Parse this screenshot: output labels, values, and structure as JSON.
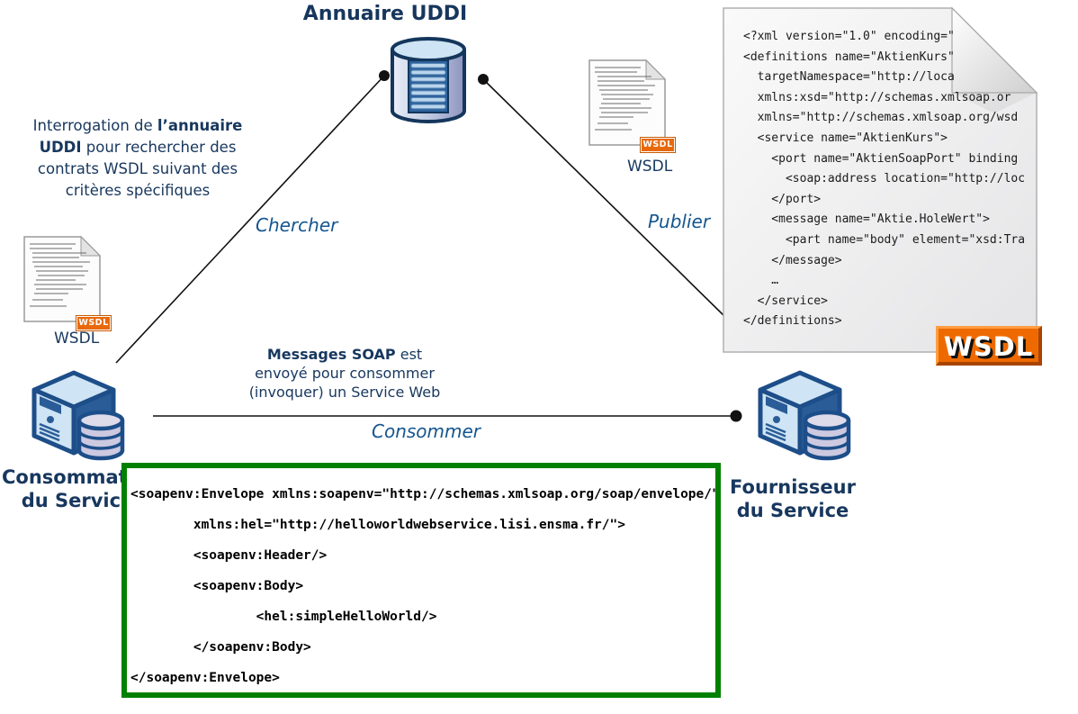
{
  "diagram": {
    "title": "Annuaire UDDI",
    "nodes": {
      "consumer": {
        "label_line1": "Consommateur",
        "label_line2": "du Service"
      },
      "provider": {
        "label_line1": "Fournisseur",
        "label_line2": "du Service"
      }
    },
    "edges": {
      "chercher": "Chercher",
      "publier": "Publier",
      "consommer": "Consommer"
    },
    "annotations": {
      "interrogation": [
        [
          {
            "t": "Interrogation de "
          },
          {
            "t": "l’annuaire",
            "b": true
          }
        ],
        [
          {
            "t": "UDDI",
            "b": true
          },
          {
            "t": " pour rechercher des"
          }
        ],
        [
          {
            "t": "contrats WSDL suivant des"
          }
        ],
        [
          {
            "t": "critères spécifiques"
          }
        ]
      ],
      "soap_message": [
        [
          {
            "t": "Messages SOAP",
            "b": true
          },
          {
            "t": " est"
          }
        ],
        [
          {
            "t": "envoyé pour consommer"
          }
        ],
        [
          {
            "t": "(invoquer) un Service Web"
          }
        ]
      ]
    },
    "wsdl_caption_left": "WSDL",
    "wsdl_caption_right": "WSDL",
    "wsdl_mini_badge": "WSDL"
  },
  "wsdl_document": {
    "badge": "WSDL",
    "lines": [
      "<?xml version=\"1.0\" encoding=\"",
      "<definitions name=\"AktienKurs\"",
      "  targetNamespace=\"http://loca",
      "  xmlns:xsd=\"http://schemas.xmlsoap.or",
      "  xmlns=\"http://schemas.xmlsoap.org/wsd",
      "  <service name=\"AktienKurs\">",
      "    <port name=\"AktienSoapPort\" binding",
      "      <soap:address location=\"http://loc",
      "    </port>",
      "    <message name=\"Aktie.HoleWert\">",
      "      <part name=\"body\" element=\"xsd:Tra",
      "    </message>",
      "    …",
      "  </service>",
      "</definitions>"
    ]
  },
  "soap_envelope": {
    "lines": [
      "<soapenv:Envelope xmlns:soapenv=\"http://schemas.xmlsoap.org/soap/envelope/\"",
      "        xmlns:hel=\"http://helloworldwebservice.lisi.ensma.fr/\">",
      "        <soapenv:Header/>",
      "        <soapenv:Body>",
      "                <hel:simpleHelloWorld/>",
      "        </soapenv:Body>",
      "</soapenv:Envelope>"
    ]
  },
  "colors": {
    "navy_text": "#17375E",
    "verb_blue": "#15568F",
    "badge_orange": "#EE6A00",
    "soap_box_green": "#008000",
    "server_blue": "#2A5D97",
    "cylinder_lavender": "#CCC9E0"
  }
}
